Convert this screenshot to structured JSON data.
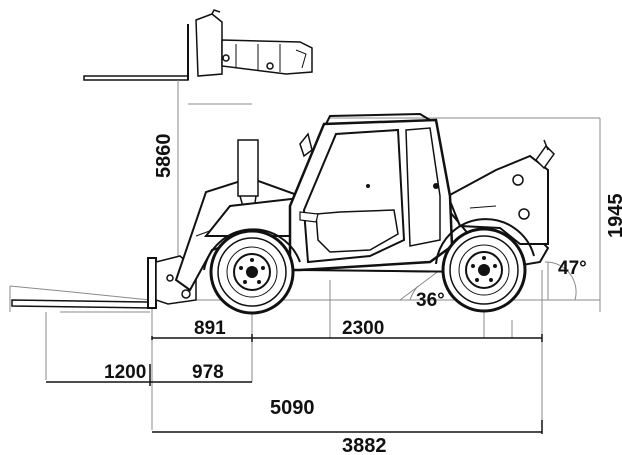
{
  "dimensions": {
    "lift_height": "5860",
    "cab_height": "1945",
    "front_overhang": "891",
    "wheelbase": "2300",
    "fork_length": "1200",
    "fork_to_axle": "978",
    "length_with_forks": "5090",
    "length_without_forks": "3882",
    "approach_angle": "36°",
    "departure_angle": "47°"
  },
  "colors": {
    "line": "#111111",
    "guide": "#8a8a8a",
    "background": "#ffffff"
  }
}
